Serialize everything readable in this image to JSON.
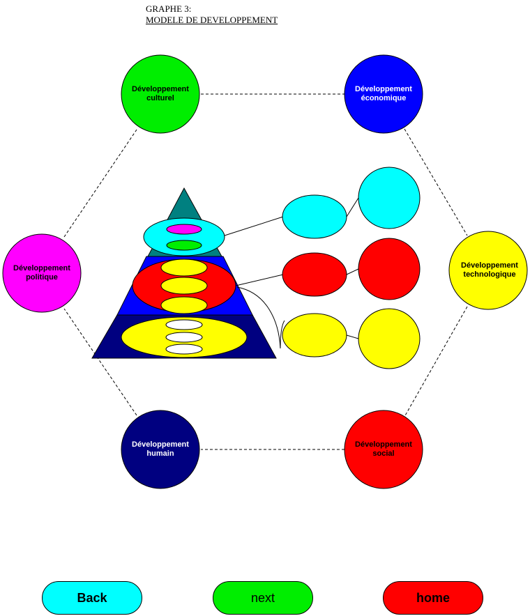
{
  "title": {
    "line1": "GRAPHE 3:",
    "line2": "MODELE DE DEVELOPPEMENT"
  },
  "nodes": {
    "culturel": {
      "label": "Développement\nculturel",
      "color": "#00ee00",
      "text_color": "#000000"
    },
    "economique": {
      "label": "Développement\néconomique",
      "color": "#0000ff",
      "text_color": "#ffffff"
    },
    "politique": {
      "label": "Développement\npolitique",
      "color": "#ff00ff",
      "text_color": "#000000"
    },
    "technologique": {
      "label": "Développement\ntechnologique",
      "color": "#ffff00",
      "text_color": "#000000"
    },
    "humain": {
      "label": "Développement\nhumain",
      "color": "#000080",
      "text_color": "#ffffff"
    },
    "social": {
      "label": "Développement\nsocial",
      "color": "#ff0000",
      "text_color": "#000000"
    }
  },
  "colors": {
    "pyramid_top": "#008080",
    "pyramid_middle": "#0000ff",
    "pyramid_bottom": "#000080",
    "tier_top": "#00ffff",
    "tier_middle": "#ff0000",
    "tier_bottom": "#ffff00",
    "magenta": "#ff00ff",
    "green": "#00ee00",
    "white": "#ffffff"
  },
  "nav": {
    "back": {
      "label": "Back",
      "color": "#00ffff"
    },
    "next": {
      "label": "next",
      "color": "#00ee00"
    },
    "home": {
      "label": "home",
      "color": "#ff0000"
    }
  }
}
